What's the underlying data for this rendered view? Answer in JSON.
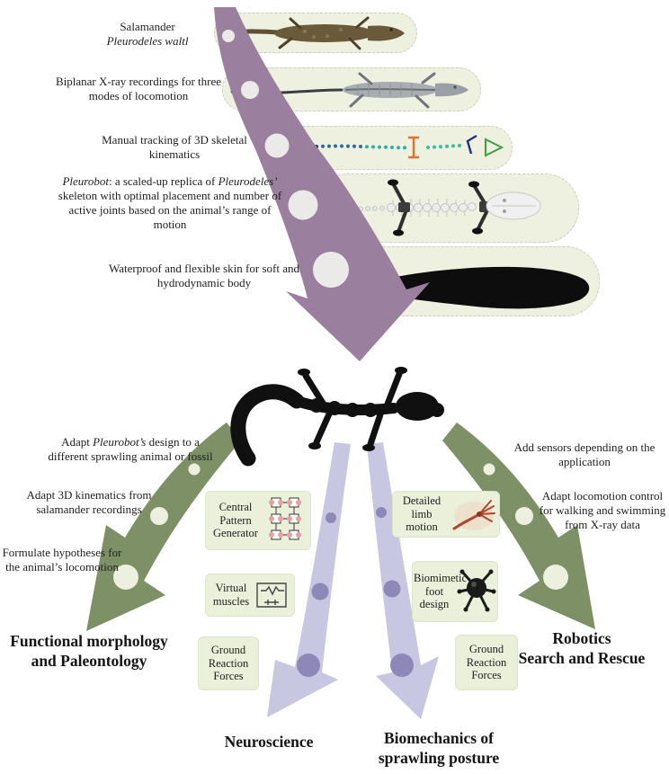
{
  "figure": {
    "top_steps": [
      {
        "label_line1": "Salamander",
        "label_line2_italic": "Pleurodeles waltl",
        "image": "salamander-photo"
      },
      {
        "label": "Biplanar X-ray recordings for three modes of locomotion",
        "image": "xray-recording"
      },
      {
        "label": "Manual tracking of 3D skeletal kinematics",
        "image": "kinematics-tracking"
      },
      {
        "label_italic1": "Pleurobot",
        "label_t1": ": a scaled-up replica of ",
        "label_italic2": "Pleurodeles’",
        "label_t2": " skeleton with optimal placement and number of active joints based on the animal’s range of motion",
        "image": "pleurobot-skeleton"
      },
      {
        "label": "Waterproof and flexible skin for soft and hydrodynamic body",
        "image": "flexible-skin-silhouette"
      }
    ],
    "left_branch": {
      "labels": [
        {
          "t1": "Adapt ",
          "italic": "Pleurobot’s",
          "t2": " design to a different sprawling animal or fossil"
        },
        {
          "t1": "Adapt 3D kinematics from salamander recordings"
        },
        {
          "t1": "Formulate hypotheses for the animal’s locomotion"
        }
      ],
      "heading_line1": "Functional morphology",
      "heading_line2": "and Paleontology"
    },
    "neuroscience_branch": {
      "boxes": [
        {
          "label": "Central Pattern Generator",
          "icon": "cpg-circuit-icon"
        },
        {
          "label": "Virtual muscles",
          "icon": "virtual-muscle-circuit-icon"
        },
        {
          "label": "Ground Reaction Forces"
        }
      ],
      "heading": "Neuroscience"
    },
    "biomechanics_branch": {
      "boxes": [
        {
          "label": "Detailed limb motion",
          "icon": "limb-motion-image"
        },
        {
          "label": "Biomimetic foot design",
          "icon": "biomimetic-foot-image"
        },
        {
          "label": "Ground Reaction Forces"
        }
      ],
      "heading_line1": "Biomechanics of",
      "heading_line2": "sprawling posture"
    },
    "right_branch": {
      "labels": [
        "Add sensors depending on the application",
        "Adapt locomotion control for walking and swimming from X-ray data"
      ],
      "heading_line1": "Robotics",
      "heading_line2": "Search and Rescue"
    },
    "colors": {
      "purple_arrow": "#9b7f9e",
      "green_arrow": "#7e9065",
      "lavender_arrow": "#c7c7e1",
      "dot_on_lavender": "#8d88b7",
      "dot_on_arrow": "#eceae9",
      "pill_green": "#eef1e0"
    }
  }
}
